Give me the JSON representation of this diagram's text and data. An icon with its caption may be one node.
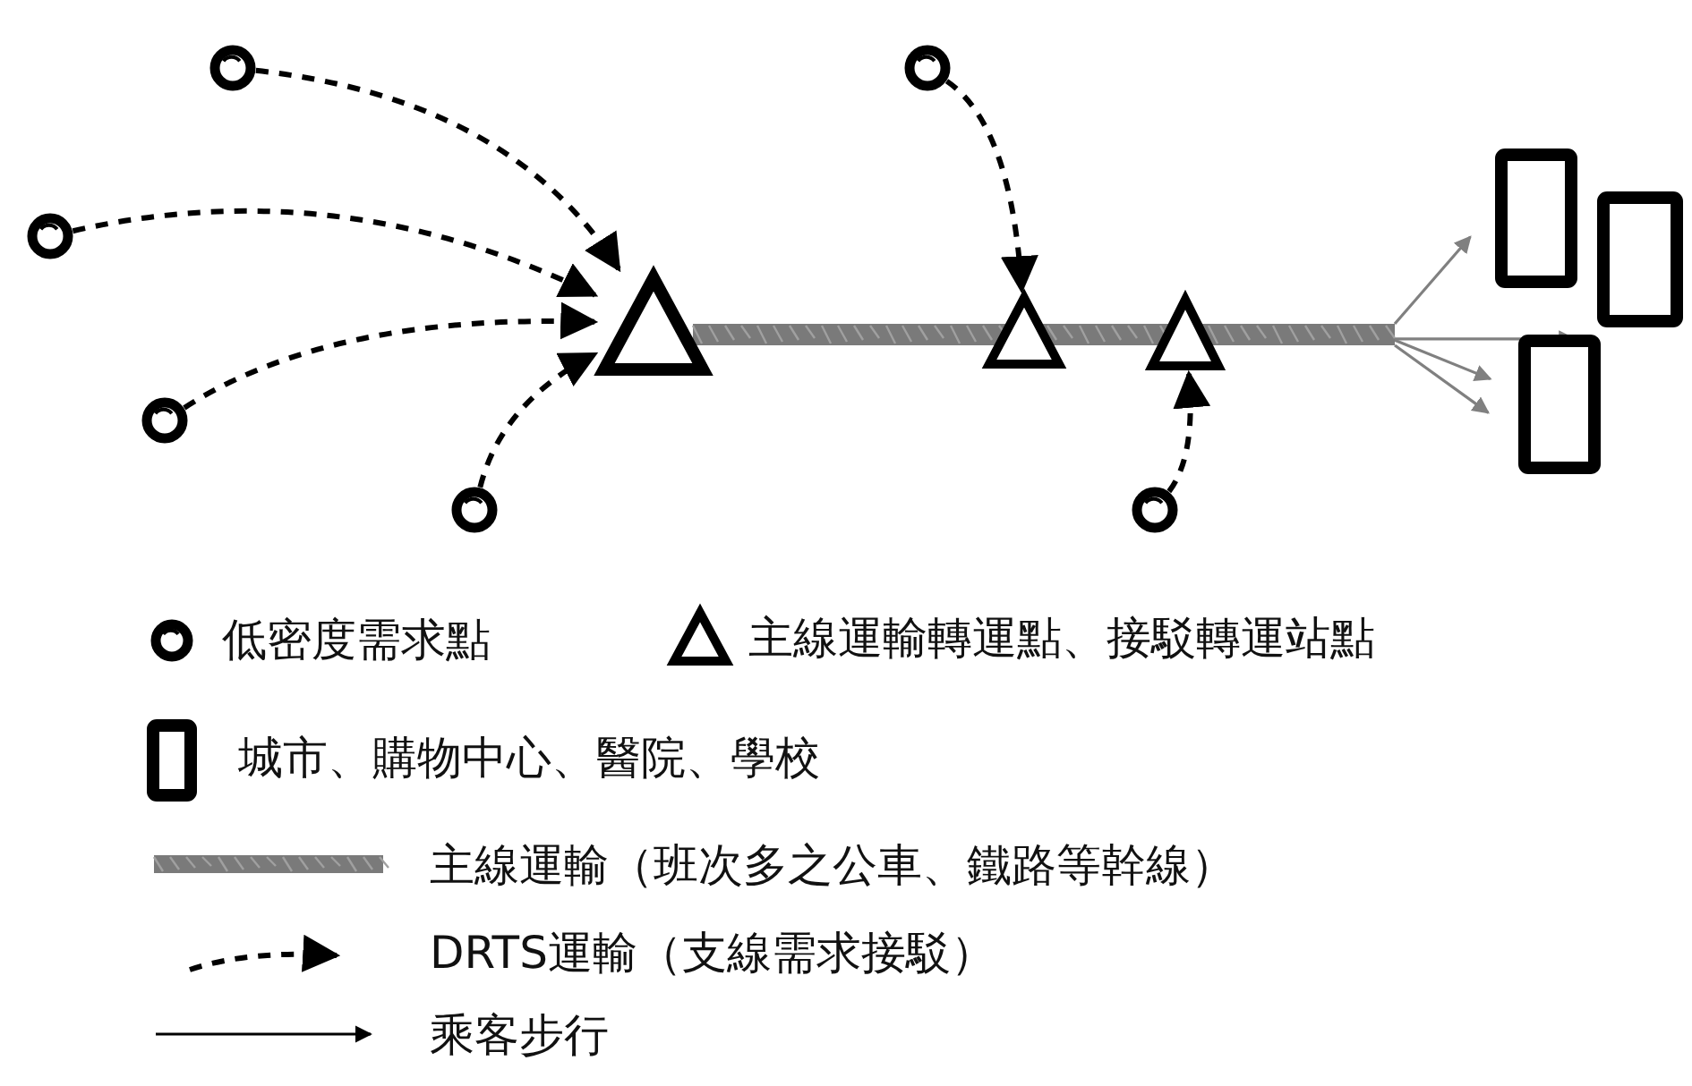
{
  "diagram": {
    "nodes": [
      {
        "text": [],
        "shape": "circle"
      },
      {
        "text": [],
        "shape": "circle"
      },
      {
        "text": [],
        "shape": "circle"
      },
      {
        "text": [],
        "shape": "circle"
      },
      {
        "text": [],
        "shape": "circle"
      },
      {
        "text": [],
        "shape": "circle"
      },
      {
        "text": [],
        "shape": "bar"
      },
      {
        "text": [],
        "shape": "triangle"
      },
      {
        "text": [],
        "shape": "triangle"
      },
      {
        "text": [],
        "shape": "triangle"
      },
      {
        "text": [],
        "shape": "box"
      },
      {
        "text": [],
        "shape": "box"
      },
      {
        "text": [],
        "shape": "box"
      }
    ],
    "edges": [
      {
        "from": 0,
        "to": 7,
        "arrow": "to",
        "style": "dashed"
      },
      {
        "from": 1,
        "to": 7,
        "arrow": "to",
        "style": "dashed"
      },
      {
        "from": 2,
        "to": 7,
        "arrow": "to",
        "style": "dashed"
      },
      {
        "from": 3,
        "to": 7,
        "arrow": "to",
        "style": "dashed"
      },
      {
        "from": 4,
        "to": 8,
        "arrow": "to",
        "style": "dashed"
      },
      {
        "from": 5,
        "to": 9,
        "arrow": "to",
        "style": "dashed"
      },
      {
        "from": 6,
        "to": 10,
        "arrow": "to",
        "color": "#808080"
      },
      {
        "from": 6,
        "to": 11,
        "arrow": "to",
        "color": "#808080"
      },
      {
        "from": 6,
        "to": 12,
        "arrow": "to",
        "color": "#808080"
      },
      {
        "from": 6,
        "to": 12,
        "arrow": "to",
        "color": "#808080"
      }
    ],
    "legend": [
      {
        "text": "低密度需求點"
      },
      {
        "text": "主線運輸轉運點、接駁轉運站點"
      },
      {
        "text": "城市、購物中心、醫院、學校"
      },
      {
        "text": "主線運輸（班次多之公車、鐵路等幹線）"
      },
      {
        "text": "DRTS運輸（支線需求接駁）"
      },
      {
        "text": "乘客步行"
      }
    ]
  }
}
